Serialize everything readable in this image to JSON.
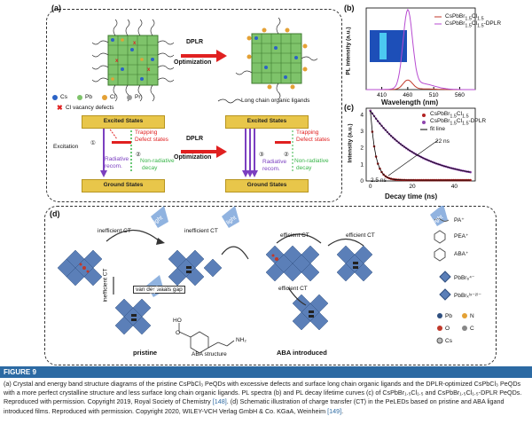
{
  "panel_a": {
    "label": "(a)",
    "process_label_1": "DPLR",
    "process_label_2": "Optimization",
    "legend_cs": "Cs",
    "legend_pb": "Pb",
    "legend_cl": "Cl",
    "legend_pr": "Pr",
    "legend_vacancy": "Cl vacancy defects",
    "legend_ligands": "Long chain organic ligands",
    "excited_states": "Excited States",
    "ground_states": "Ground States",
    "excitation": "Excitation",
    "trapping_1": "Trapping",
    "trapping_2": "Defect states",
    "radiative_1": "Radiative",
    "radiative_2": "recom.",
    "nonradiative_1": "Non-radiative",
    "nonradiative_2": "decay",
    "marker_1": "①",
    "marker_2": "②",
    "marker_3": "③",
    "trapping_right": "Trapping",
    "defect_right": "Defect states",
    "radiative_right_1": "Radiative",
    "radiative_right_2": "recom.",
    "nonradiative_right_1": "Non-radiative",
    "nonradiative_right_2": "decay"
  },
  "panel_b": {
    "label": "(b)",
    "chart_data": {
      "type": "line",
      "xlabel": "Wavelength (nm)",
      "ylabel": "PL intensity (a.u.)",
      "x_ticks": [
        "410",
        "460",
        "510",
        "560"
      ],
      "xlim": [
        380,
        590
      ],
      "series": [
        {
          "name": "CsPbBr1.5Cl1.5",
          "color": "#c0392b",
          "peak_x": 460,
          "peak_y": 0.12
        },
        {
          "name": "CsPbBr1.5Cl1.5-DPLR",
          "color": "#b74bd1",
          "peak_x": 460,
          "peak_y": 1.0
        }
      ]
    }
  },
  "panel_c": {
    "label": "(c)",
    "chart_data": {
      "type": "scatter",
      "xlabel": "Decay time (ns)",
      "ylabel": "Intensity (a.u.)",
      "x_ticks": [
        "0",
        "20",
        "40"
      ],
      "y_ticks": [
        "0",
        "1",
        "2",
        "3",
        "4"
      ],
      "xlim": [
        -2,
        50
      ],
      "ylim": [
        0,
        4.4
      ],
      "series": [
        {
          "name": "CsPbBr1.5Cl1.5",
          "color": "#b22222",
          "tau": 2.5
        },
        {
          "name": "CsPbBr1.5Cl1.5-DPLR",
          "color": "#8e44ad",
          "tau": 22
        },
        {
          "name": "fit line",
          "color": "#000000"
        }
      ],
      "annotations": [
        "22 ns",
        "2.5 ns"
      ]
    }
  },
  "panel_d": {
    "label": "(d)",
    "inefficient_ct_1": "inefficient CT",
    "inefficient_ct_2": "inefficient CT",
    "inefficient_ct_3": "inefficient CT",
    "vdw_gap": "van der waals gap",
    "efficient_ct_1": "efficient CT",
    "efficient_ct_2": "efficient CT",
    "efficient_ct_3": "efficient CT",
    "light_1": "light",
    "light_2": "light",
    "light_3": "light",
    "light_4": "light",
    "pristine": "pristine",
    "aba_structure": "ABA structure",
    "aba_introduced": "ABA introduced",
    "legend_pa": "PA⁺",
    "legend_pea": "PEA⁺",
    "legend_aba": "ABA⁺",
    "legend_pbbr6": "PbBr₆⁴⁻",
    "legend_pbbrx": "PbBrₓ⁽ˣ⁻²⁾⁻",
    "legend_pb": "Pb",
    "legend_n": "N",
    "legend_o": "O",
    "legend_c": "C",
    "legend_cs": "Cs",
    "ho_label": "HO",
    "nh2_label": "NH₂",
    "o_label": "O"
  },
  "figure": {
    "title": "FIGURE 9",
    "caption_part1": "(a) Crystal and energy band structure diagrams of the pristine CsPbCl₃ PeQDs with excessive defects and surface long chain organic ligands and the DPLR-optimized CsPbCl₃ PeQDs with a more perfect crystalline structure and less surface long chain organic ligands. PL spectra (b) and PL decay lifetime curves (c) of CsPbBr₁.₅Cl₁.₅ and CsPbBr₁.₅Cl₁.₅-DPLR PeQDs. Reproduced with permission. Copyright 2019, Royal Society of Chemistry ",
    "ref_1": "[148]",
    "caption_part2": ". (d) Schematic illustration of charge transfer (CT) in the PeLEDs based on pristine and ABA ligand introduced films. Reproduced with permission. Copyright 2020, WILEY-VCH Verlag GmbH & Co. KGaA, Weinheim ",
    "ref_2": "[149]",
    "caption_end": "."
  }
}
